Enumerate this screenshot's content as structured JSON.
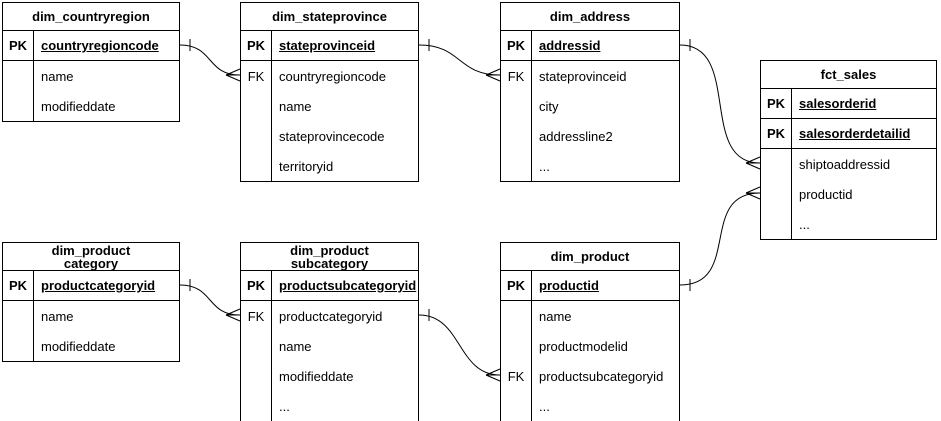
{
  "tables": {
    "dim_countryregion": {
      "title": "dim_countryregion",
      "rows": [
        {
          "key": "PK",
          "label": "countryregioncode"
        },
        {
          "key": "",
          "label": "name"
        },
        {
          "key": "",
          "label": "modifieddate"
        }
      ]
    },
    "dim_stateprovince": {
      "title": "dim_stateprovince",
      "rows": [
        {
          "key": "PK",
          "label": "stateprovinceid"
        },
        {
          "key": "FK",
          "label": "countryregioncode"
        },
        {
          "key": "",
          "label": "name"
        },
        {
          "key": "",
          "label": "stateprovincecode"
        },
        {
          "key": "",
          "label": "territoryid"
        }
      ]
    },
    "dim_address": {
      "title": "dim_address",
      "rows": [
        {
          "key": "PK",
          "label": "addressid"
        },
        {
          "key": "FK",
          "label": "stateprovinceid"
        },
        {
          "key": "",
          "label": "city"
        },
        {
          "key": "",
          "label": "addressline2"
        },
        {
          "key": "",
          "label": "..."
        }
      ]
    },
    "fct_sales": {
      "title": "fct_sales",
      "rows": [
        {
          "key": "PK",
          "label": "salesorderid"
        },
        {
          "key": "PK",
          "label": "salesorderdetailid"
        },
        {
          "key": "",
          "label": "shiptoaddressid"
        },
        {
          "key": "",
          "label": "productid"
        },
        {
          "key": "",
          "label": "..."
        }
      ]
    },
    "dim_productcategory": {
      "title": "dim_product\ncategory",
      "rows": [
        {
          "key": "PK",
          "label": "productcategoryid"
        },
        {
          "key": "",
          "label": "name"
        },
        {
          "key": "",
          "label": "modifieddate"
        }
      ]
    },
    "dim_productsubcategory": {
      "title": "dim_product\nsubcategory",
      "rows": [
        {
          "key": "PK",
          "label": "productsubcategoryid"
        },
        {
          "key": "FK",
          "label": "productcategoryid"
        },
        {
          "key": "",
          "label": "name"
        },
        {
          "key": "",
          "label": "modifieddate"
        },
        {
          "key": "",
          "label": "..."
        }
      ]
    },
    "dim_product": {
      "title": "dim_product",
      "rows": [
        {
          "key": "PK",
          "label": "productid"
        },
        {
          "key": "",
          "label": "name"
        },
        {
          "key": "",
          "label": "productmodelid"
        },
        {
          "key": "FK",
          "label": "productsubcategoryid"
        },
        {
          "key": "",
          "label": "..."
        }
      ]
    }
  },
  "relationships": [
    {
      "from": "dim_countryregion.countryregioncode",
      "to": "dim_stateprovince.countryregioncode",
      "from_cardinality": "one",
      "to_cardinality": "many"
    },
    {
      "from": "dim_stateprovince.stateprovinceid",
      "to": "dim_address.stateprovinceid",
      "from_cardinality": "one",
      "to_cardinality": "many"
    },
    {
      "from": "dim_address.addressid",
      "to": "fct_sales.shiptoaddressid",
      "from_cardinality": "one",
      "to_cardinality": "many"
    },
    {
      "from": "dim_product.productid",
      "to": "fct_sales.productid",
      "from_cardinality": "one",
      "to_cardinality": "many"
    },
    {
      "from": "dim_productcategory.productcategoryid",
      "to": "dim_productsubcategory.productcategoryid",
      "from_cardinality": "one",
      "to_cardinality": "many"
    },
    {
      "from": "dim_productsubcategory.productsubcategoryid",
      "to": "dim_product.productsubcategoryid",
      "from_cardinality": "one",
      "to_cardinality": "many"
    }
  ],
  "colors": {
    "line": "#000000",
    "background": "#ffffff",
    "text": "#000000"
  }
}
